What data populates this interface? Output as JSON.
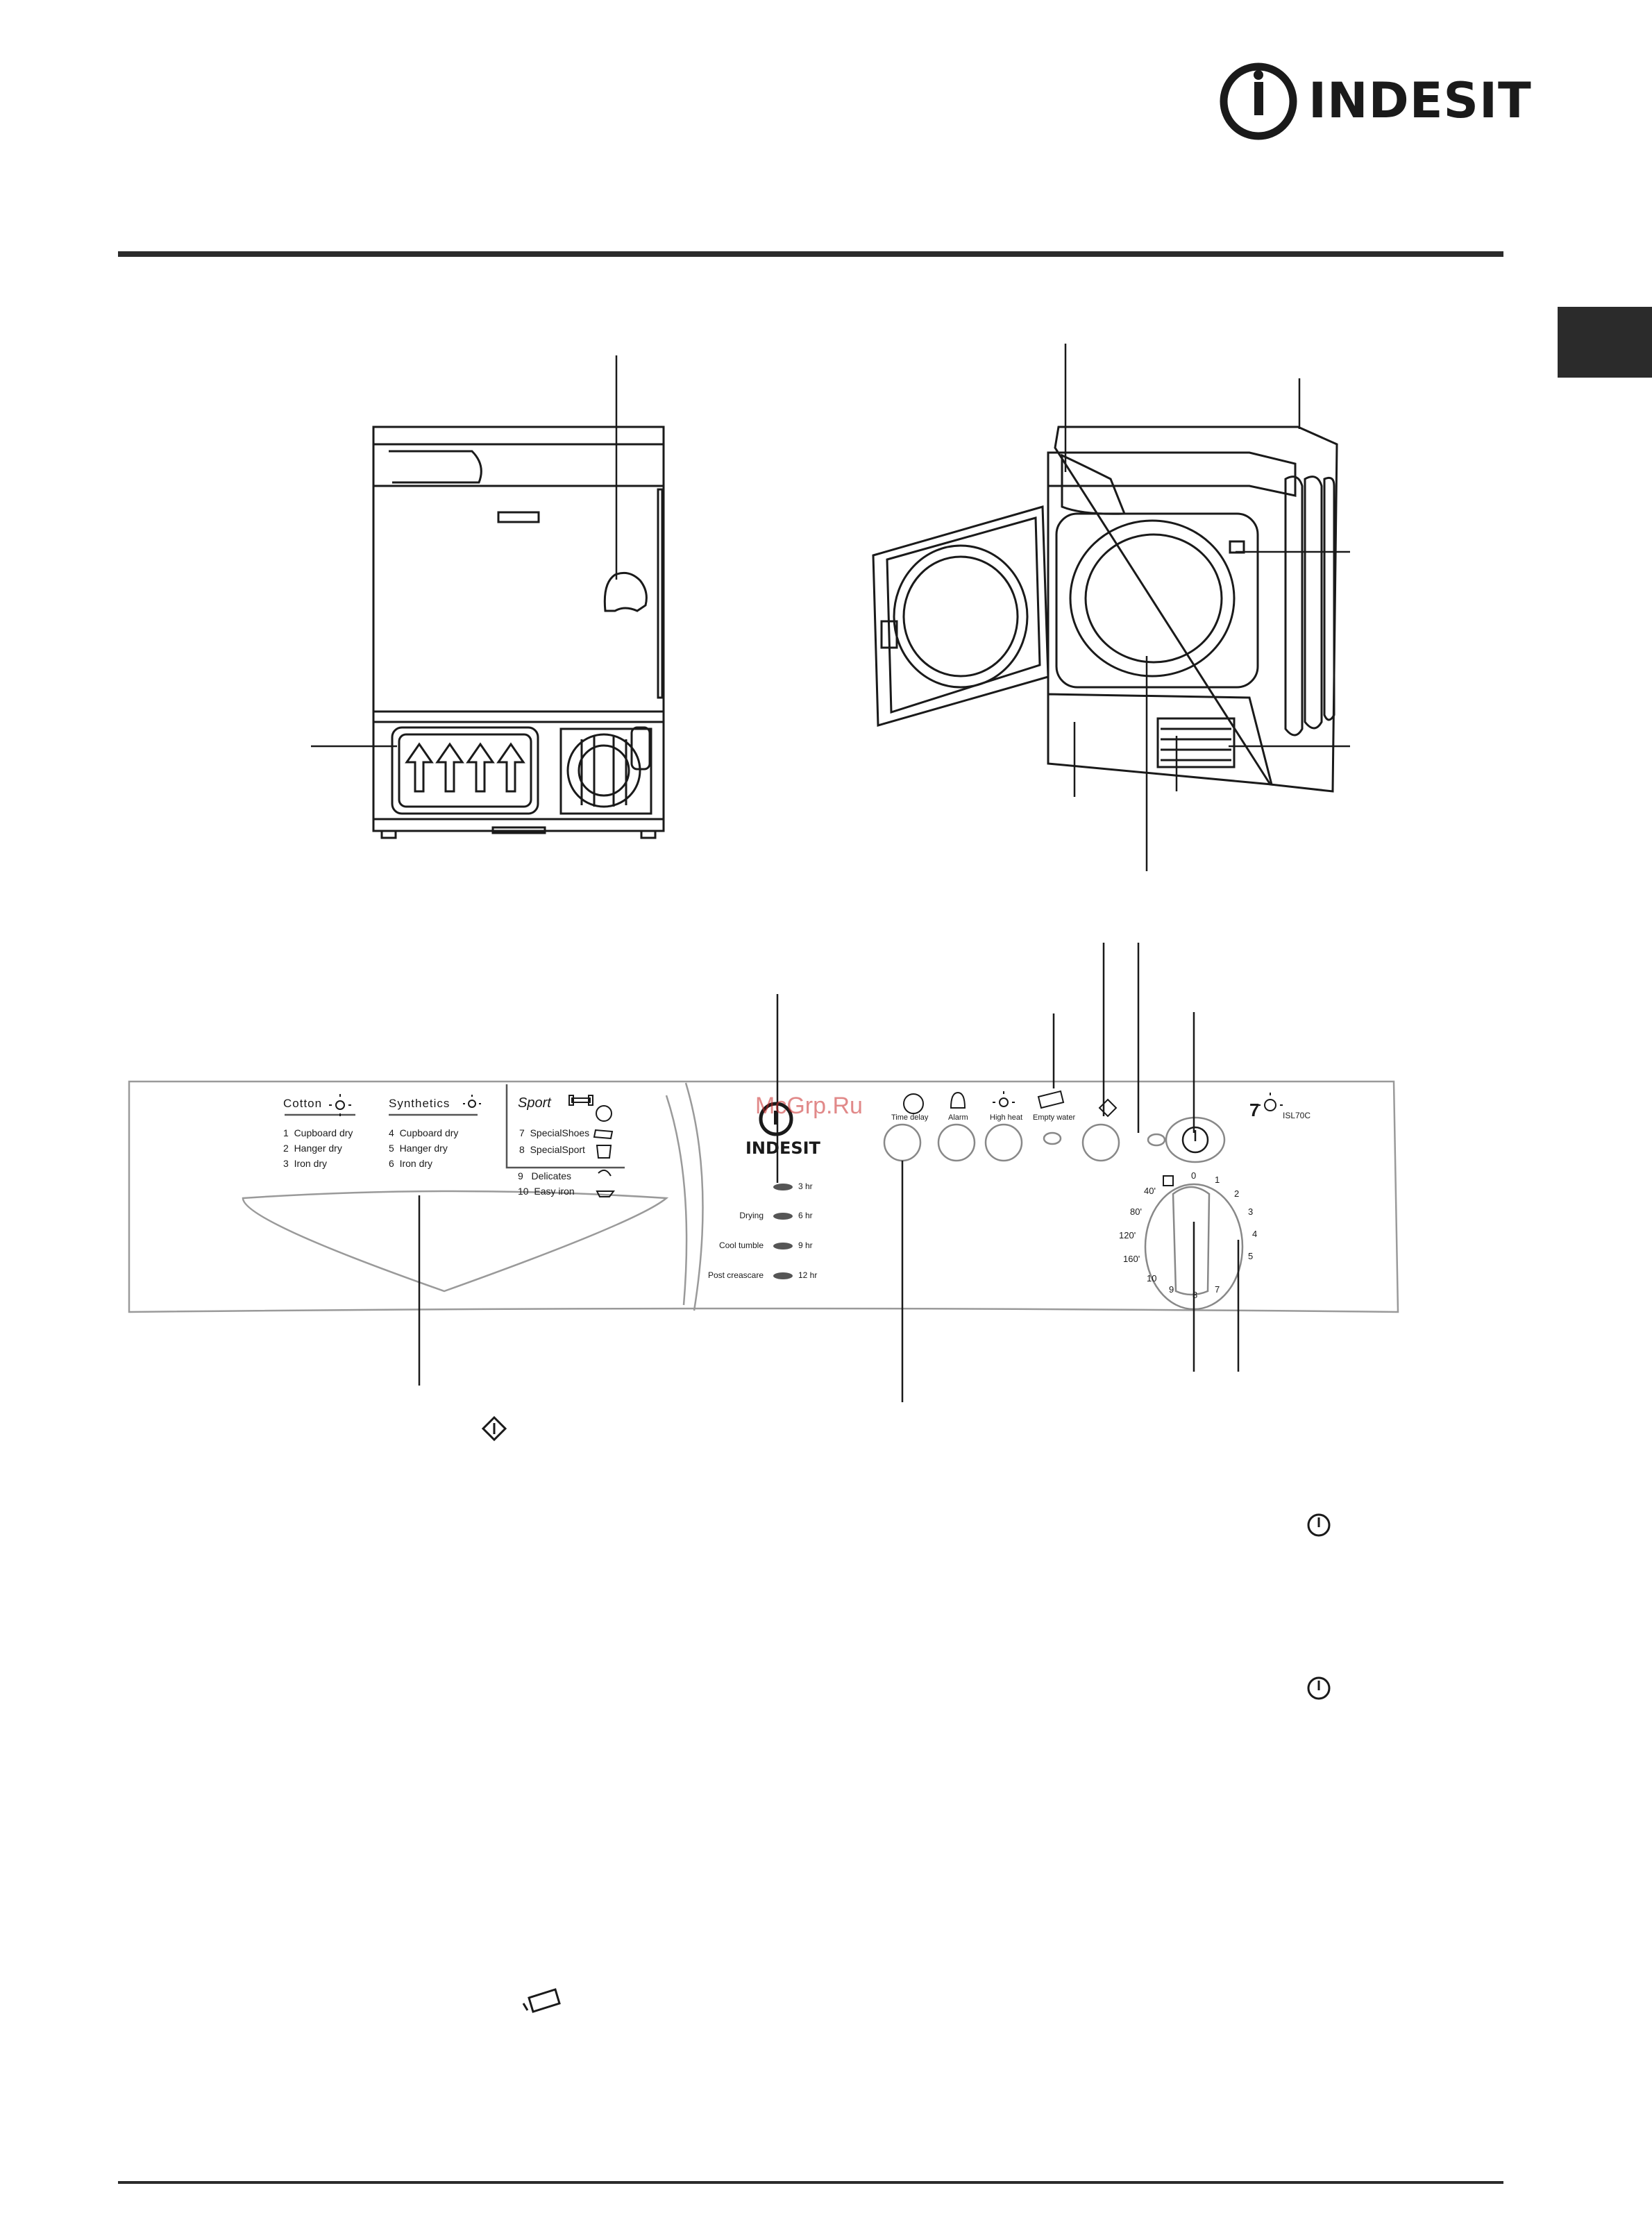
{
  "brand": {
    "name": "INDESIT"
  },
  "watermark": "McGrp.Ru",
  "control_panel": {
    "brand": "INDESIT",
    "model": "ISL70C",
    "capacity": "7",
    "programs": {
      "cotton": {
        "heading": "Cotton",
        "items": [
          "1  Cupboard dry",
          "2  Hanger dry",
          "3  Iron dry"
        ]
      },
      "synthetics": {
        "heading": "Synthetics",
        "items": [
          "4  Cupboard dry",
          "5  Hanger dry",
          "6  Iron dry"
        ]
      },
      "sport": {
        "heading": "Sport",
        "items": [
          "7  SpecialShoes",
          "8  SpecialSport"
        ]
      },
      "other": [
        "9   Delicates",
        "10  Easy iron"
      ]
    },
    "status_lights": [
      {
        "label": "",
        "value": "3 hr"
      },
      {
        "label": "Drying",
        "value": "6 hr"
      },
      {
        "label": "Cool tumble",
        "value": "9 hr"
      },
      {
        "label": "Post creascare",
        "value": "12 hr"
      }
    ],
    "option_buttons": [
      "Time delay",
      "Alarm",
      "High heat"
    ],
    "empty_water_label": "Empty water",
    "dial": {
      "labels_left": [
        "40'",
        "80'",
        "120'",
        "160'"
      ],
      "numbers": [
        "0",
        "1",
        "2",
        "3",
        "4",
        "5",
        "7",
        "8",
        "9",
        "10"
      ]
    }
  },
  "colors": {
    "accent_tab": "#2b2b2b",
    "rule": "#2b2b2b",
    "panel_line": "#9a9a9a"
  }
}
